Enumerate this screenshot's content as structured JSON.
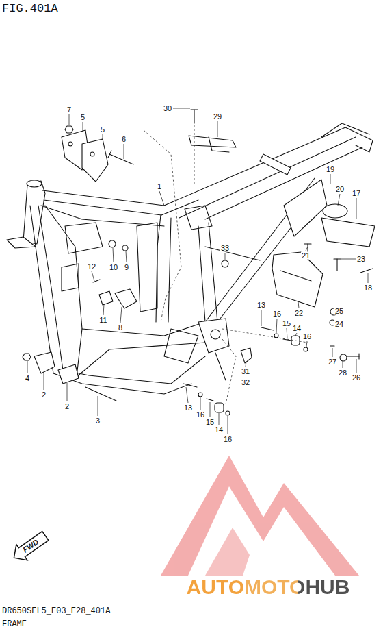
{
  "diagram": {
    "title": "FIG.401A",
    "labels": [
      "7",
      "5",
      "5",
      "6",
      "30",
      "29",
      "1",
      "19",
      "20",
      "17",
      "33",
      "10",
      "9",
      "12",
      "21",
      "23",
      "18",
      "11",
      "8",
      "22",
      "13",
      "16",
      "15",
      "14",
      "16",
      "25",
      "24",
      "27",
      "28",
      "26",
      "31",
      "32",
      "4",
      "2",
      "2",
      "3",
      "13",
      "16",
      "15",
      "14",
      "16",
      "FWD",
      "AUTOMOTOHUB",
      "DR650SEL5_E03_E28_401A",
      "FRAME"
    ]
  }
}
